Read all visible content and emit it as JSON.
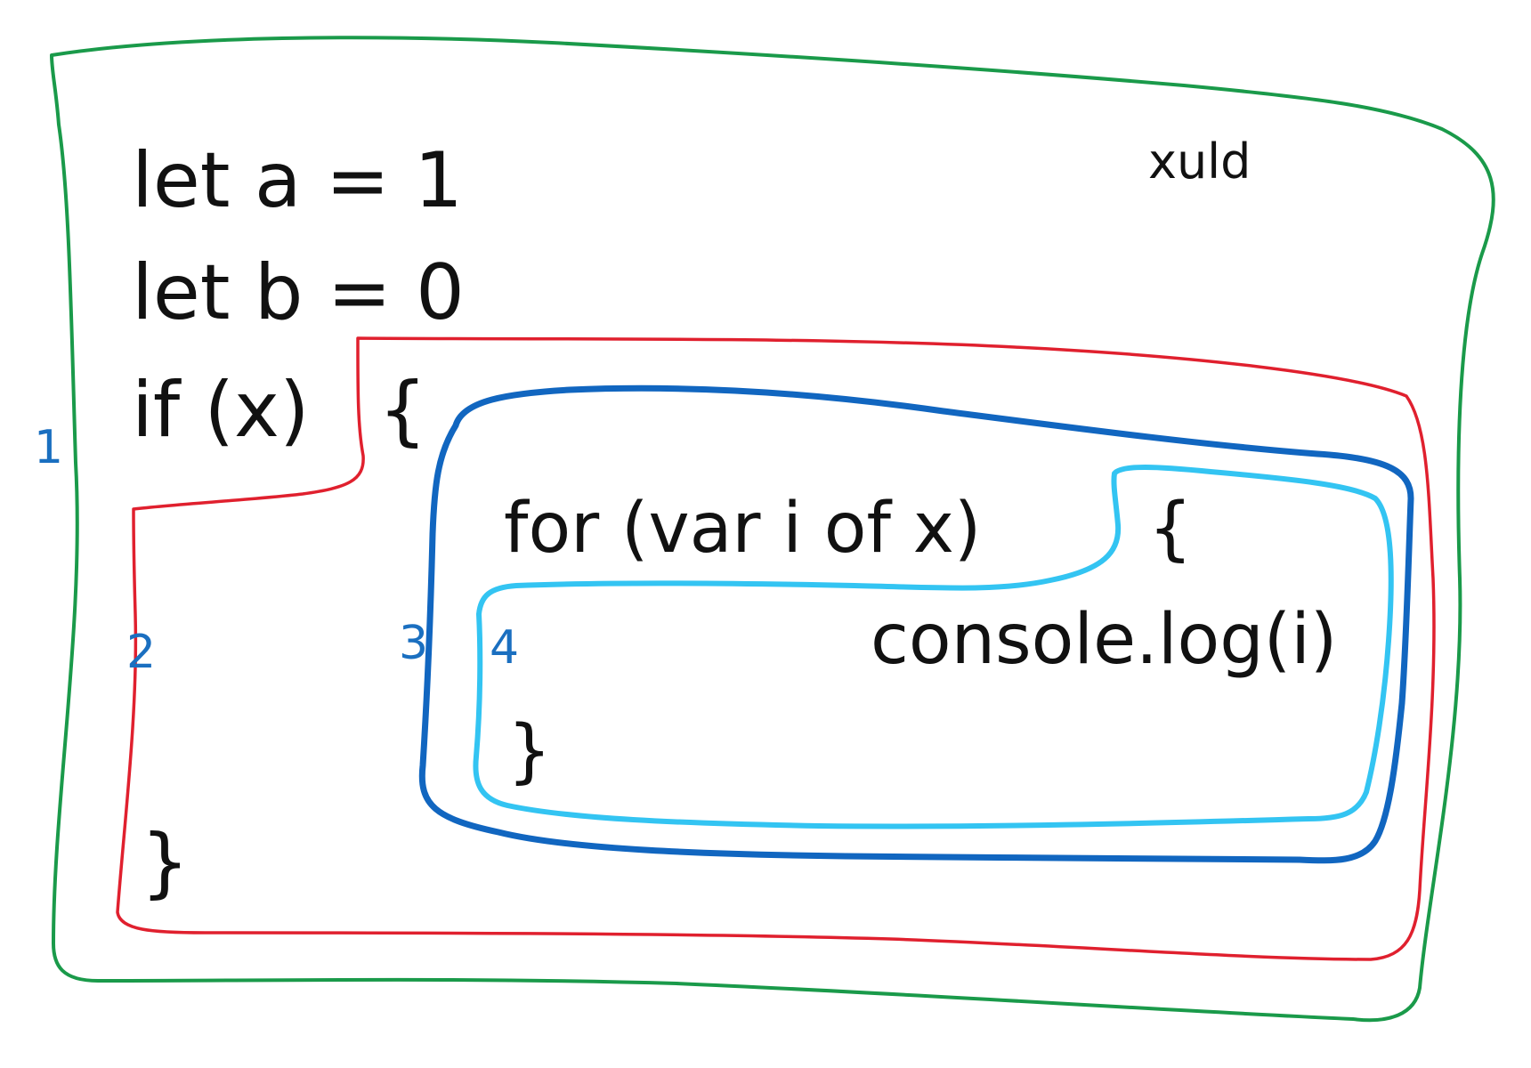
{
  "colors": {
    "scope_1": "#1a9a4a",
    "scope_2": "#e0202e",
    "scope_3": "#1166c0",
    "scope_4": "#33c4f2",
    "annotation": "#1a6fc0",
    "ink": "#111111"
  },
  "author": "xuld",
  "code": {
    "line1": "let a = 1",
    "line2": "let b = 0",
    "line3": "if (x)",
    "line3_brace": "{",
    "line4": "for (var i of x)",
    "line4_brace": "{",
    "line5": "console.log(i)",
    "line6": "}",
    "line7": "}"
  },
  "scope_labels": [
    "1",
    "2",
    "3",
    "4"
  ]
}
